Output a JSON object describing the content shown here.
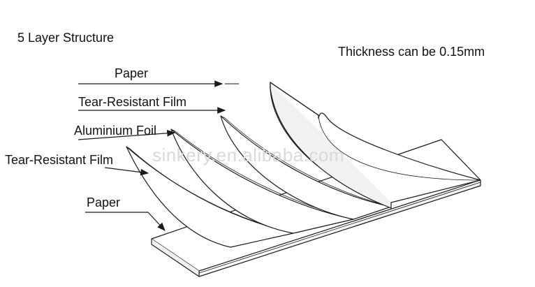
{
  "title": "5 Layer Structure",
  "thickness_note": "Thickness can be 0.15mm",
  "watermark": "sinkery.en.alibaba.com",
  "layers": [
    {
      "label": "Paper"
    },
    {
      "label": "Tear-Resistant Film"
    },
    {
      "label": "Aluminium Foil"
    },
    {
      "label": "Tear-Resistant Film"
    },
    {
      "label": "Paper"
    }
  ],
  "colors": {
    "line": "#1a1a1a",
    "sheet_fill": "#ffffff",
    "sheet_shade": "#f2f2f2",
    "watermark": "#d9d9d9"
  }
}
